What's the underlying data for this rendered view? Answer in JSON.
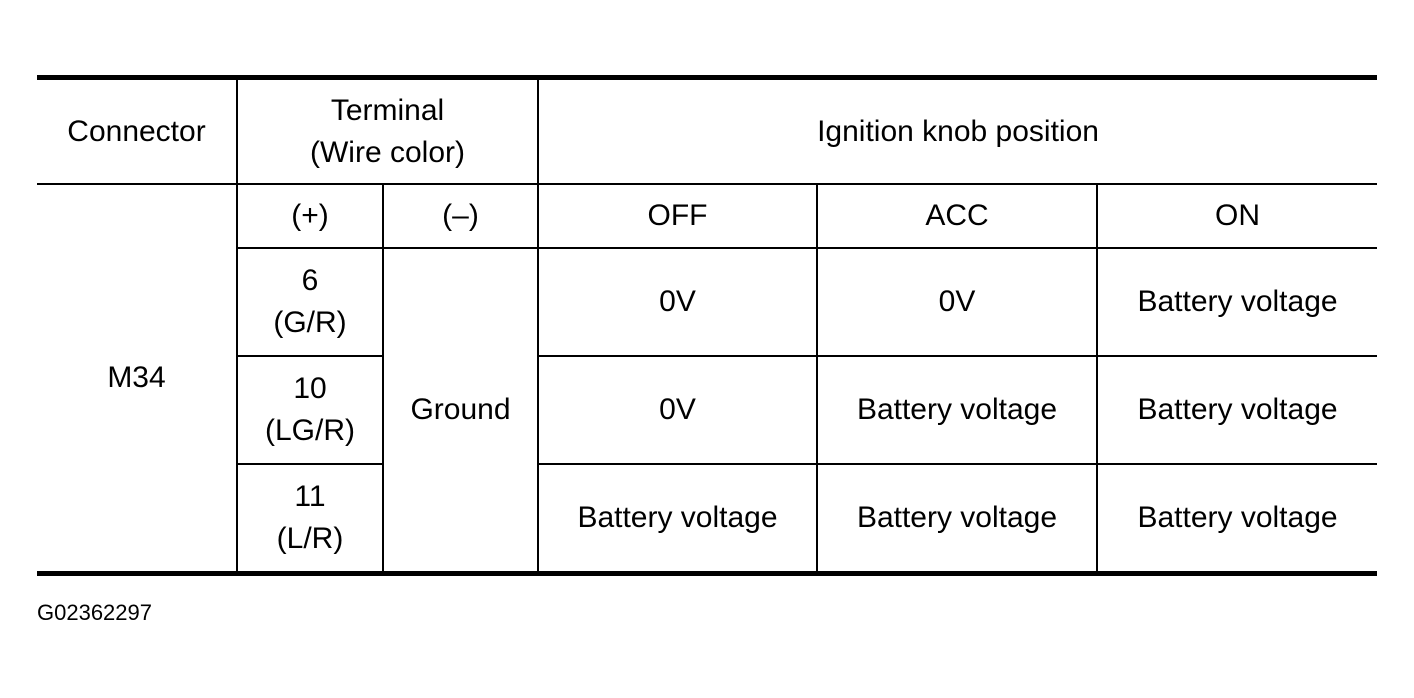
{
  "table": {
    "header": {
      "connector": "Connector",
      "terminal_line1": "Terminal",
      "terminal_line2": "(Wire color)",
      "ignition": "Ignition knob position"
    },
    "subheader": {
      "plus": "(+)",
      "minus": "(–)",
      "off": "OFF",
      "acc": "ACC",
      "on": "ON"
    },
    "connector_value": "M34",
    "ground": "Ground",
    "rows": [
      {
        "terminal": "6",
        "wire": "(G/R)",
        "off": "0V",
        "acc": "0V",
        "on": "Battery voltage"
      },
      {
        "terminal": "10",
        "wire": "(LG/R)",
        "off": "0V",
        "acc": "Battery voltage",
        "on": "Battery voltage"
      },
      {
        "terminal": "11",
        "wire": "(L/R)",
        "off": "Battery voltage",
        "acc": "Battery voltage",
        "on": "Battery voltage"
      }
    ]
  },
  "figure_id": "G02362297"
}
